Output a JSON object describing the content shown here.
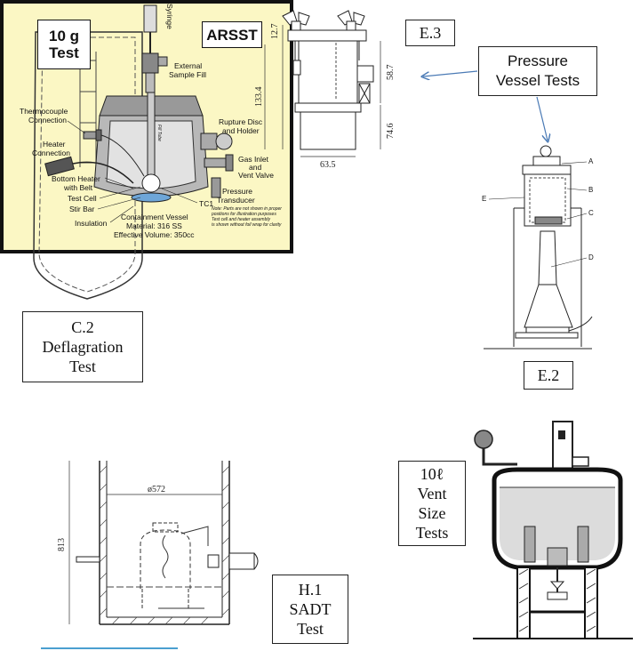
{
  "labels": {
    "e3": "E.3",
    "pressure_vessel": [
      "Pressure",
      "Vessel Tests"
    ],
    "c2": [
      "C.2",
      "Deflagration",
      "Test"
    ],
    "e2": "E.2",
    "vent": [
      "10ℓ",
      "Vent",
      "Size",
      "Tests"
    ],
    "h1": [
      "H.1",
      "SADT",
      "Test"
    ]
  },
  "e3_dims": [
    "12.7",
    "58.7",
    "133.4",
    "74.6",
    "63.5"
  ],
  "h1_dims": [
    "ø572",
    "813"
  ],
  "e2_letters": [
    "A",
    "B",
    "C",
    "D",
    "E"
  ],
  "arsst": {
    "left_box": [
      "10 g",
      "Test"
    ],
    "right_box": "ARSST",
    "syringe": "Syringe",
    "external_fill": [
      "External",
      "Sample Fill"
    ],
    "thermocouple": [
      "Thermocouple",
      "Connection"
    ],
    "rupture": [
      "Rupture Disc",
      "and Holder"
    ],
    "fill_tube": "Fill Tube",
    "heater": [
      "Heater",
      "Connection"
    ],
    "gas_inlet": [
      "Gas Inlet",
      "and",
      "Vent Valve"
    ],
    "bottom_heater": [
      "Bottom Heater",
      "with Belt"
    ],
    "test_cell": "Test Cell",
    "stir_bar": "Stir Bar",
    "insulation": "Insulation",
    "pressure_transducer": [
      "Pressure",
      "Transducer"
    ],
    "tc1": "TC1",
    "containment": [
      "Containment Vessel",
      "Material: 316 SS",
      "Effective Volume: 350cc"
    ],
    "note": [
      "Note: Parts are not shown in proper",
      "positions for illustration purposes",
      "Test cell and heater assembly",
      "is shown without foil wrap for clarity"
    ]
  },
  "colors": {
    "arsst_bg": "#fbf7c4",
    "arrow": "#4a7ab5"
  }
}
